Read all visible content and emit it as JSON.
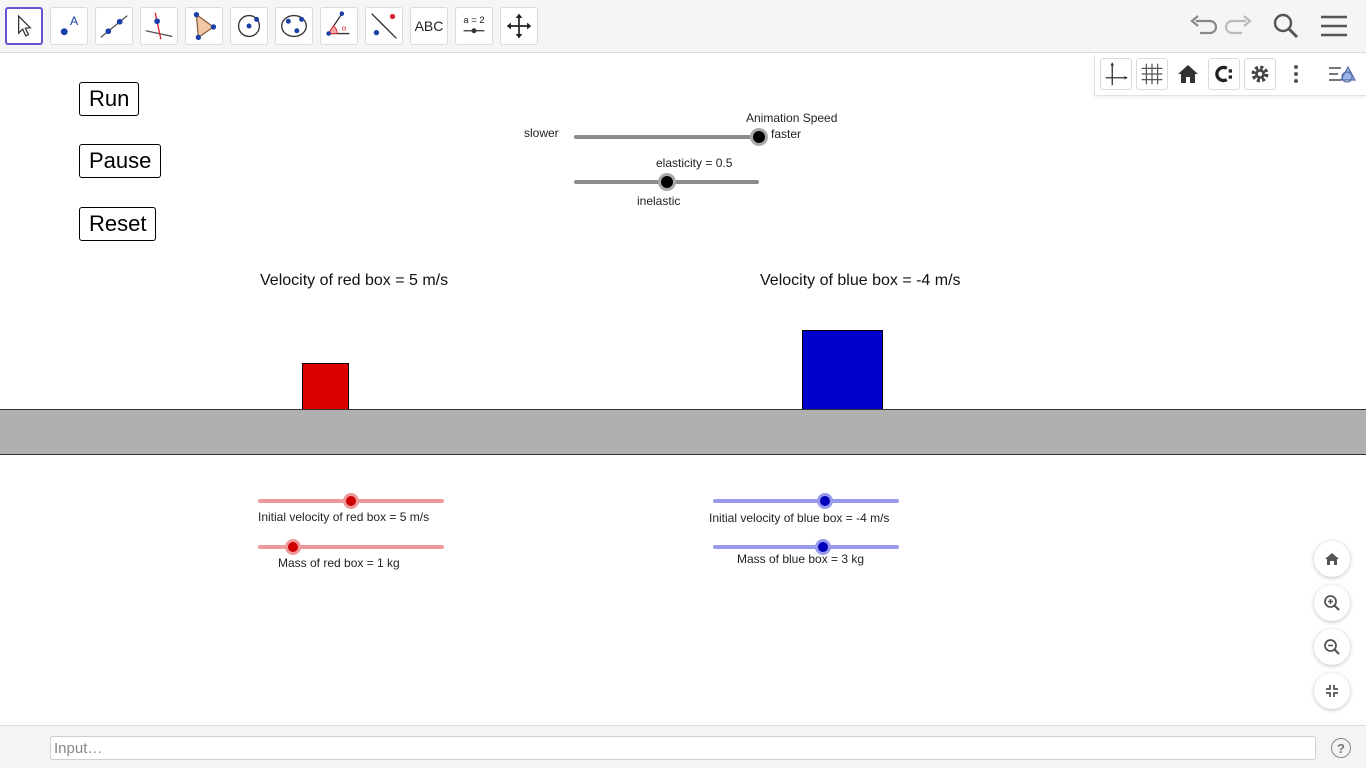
{
  "toolbar": {
    "tools": [
      {
        "name": "move-tool",
        "label": ""
      },
      {
        "name": "point-tool",
        "label": "A"
      },
      {
        "name": "line-tool",
        "label": ""
      },
      {
        "name": "perpendicular-line-tool",
        "label": ""
      },
      {
        "name": "polygon-tool",
        "label": ""
      },
      {
        "name": "circle-tool",
        "label": ""
      },
      {
        "name": "conic-tool",
        "label": ""
      },
      {
        "name": "angle-tool",
        "label": ""
      },
      {
        "name": "reflect-tool",
        "label": ""
      },
      {
        "name": "text-tool",
        "label": "ABC"
      },
      {
        "name": "slider-tool",
        "label": "a = 2"
      },
      {
        "name": "move-graphics-tool",
        "label": ""
      }
    ],
    "selected": "move-tool",
    "right_icons": [
      "undo-icon",
      "redo-icon",
      "search-icon",
      "menu-icon"
    ]
  },
  "stylebar": {
    "icons": [
      "axes-icon",
      "grid-icon",
      "home-icon",
      "point-capturing-icon",
      "settings-icon",
      "more-vert-icon",
      "toggle-stylebar-icon"
    ]
  },
  "buttons": {
    "run": "Run",
    "pause": "Pause",
    "reset": "Reset"
  },
  "animation_slider": {
    "title": "Animation Speed",
    "min_label": "slower",
    "max_label": "faster",
    "value_fraction": 1.0,
    "color": "#000000"
  },
  "elasticity_slider": {
    "label": "elasticity = 0.5",
    "caption": "inelastic",
    "value": 0.5,
    "value_fraction": 0.5,
    "color": "#000000"
  },
  "velocity_red": {
    "label": "Velocity of red box = 5 m/s",
    "value": 5
  },
  "velocity_blue": {
    "label": "Velocity of blue box = -4 m/s",
    "value": -4
  },
  "red_box": {
    "color": "#dd0000",
    "mass": 1
  },
  "blue_box": {
    "color": "#0000cc",
    "mass": 3
  },
  "red_sliders": {
    "initial_velocity": {
      "label": "Initial velocity of red box = 5 m/s",
      "value": 5,
      "value_fraction": 0.5
    },
    "mass": {
      "label": "Mass of red box = 1 kg",
      "value": 1,
      "value_fraction": 0.19
    },
    "color": "#cc0000",
    "track_color": "#ee9999"
  },
  "blue_sliders": {
    "initial_velocity": {
      "label": "Initial velocity of blue box = -4 m/s",
      "value": -4,
      "value_fraction": 0.6
    },
    "mass": {
      "label": "Mass of blue box = 3 kg",
      "value": 3,
      "value_fraction": 0.59
    },
    "color": "#0000bb",
    "track_color": "#9999ee"
  },
  "ground": {
    "color": "#b0b0b0"
  },
  "zoom_buttons": [
    "home-icon",
    "zoom-in-icon",
    "zoom-out-icon",
    "exit-fullscreen-icon"
  ],
  "input_bar": {
    "placeholder": "Input…",
    "help": "?"
  }
}
